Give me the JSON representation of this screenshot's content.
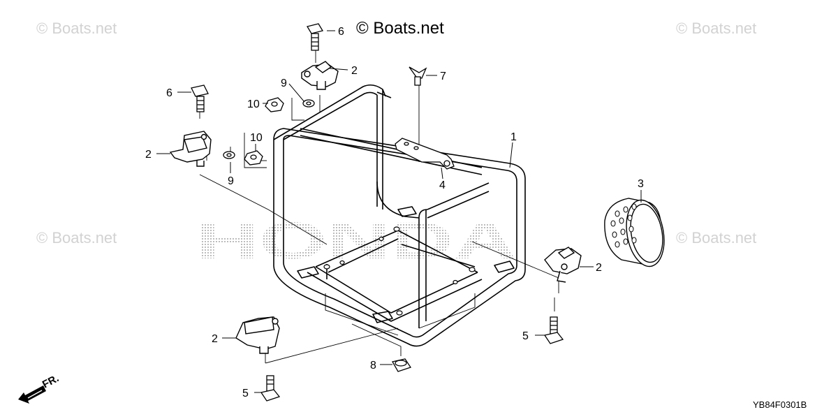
{
  "watermarks": {
    "main": "© Boats.net",
    "faint": "© Boats.net"
  },
  "brand_watermark": "HONDA",
  "diagram_code": "YB84F0301B",
  "front_indicator": "FR.",
  "callouts": {
    "frame": "1",
    "mount_top": "2",
    "mount_left": "2",
    "mount_right": "2",
    "mount_bottom": "2",
    "muffler_protector": "3",
    "bracket": "4",
    "bolt_lower_right": "5",
    "bolt_lower_left": "5",
    "bolt_top": "6",
    "bolt_left": "6",
    "wing_bolt": "7",
    "foot_nut": "8",
    "washer_top": "9",
    "washer_left": "9",
    "nut_top": "10",
    "nut_left": "10"
  }
}
